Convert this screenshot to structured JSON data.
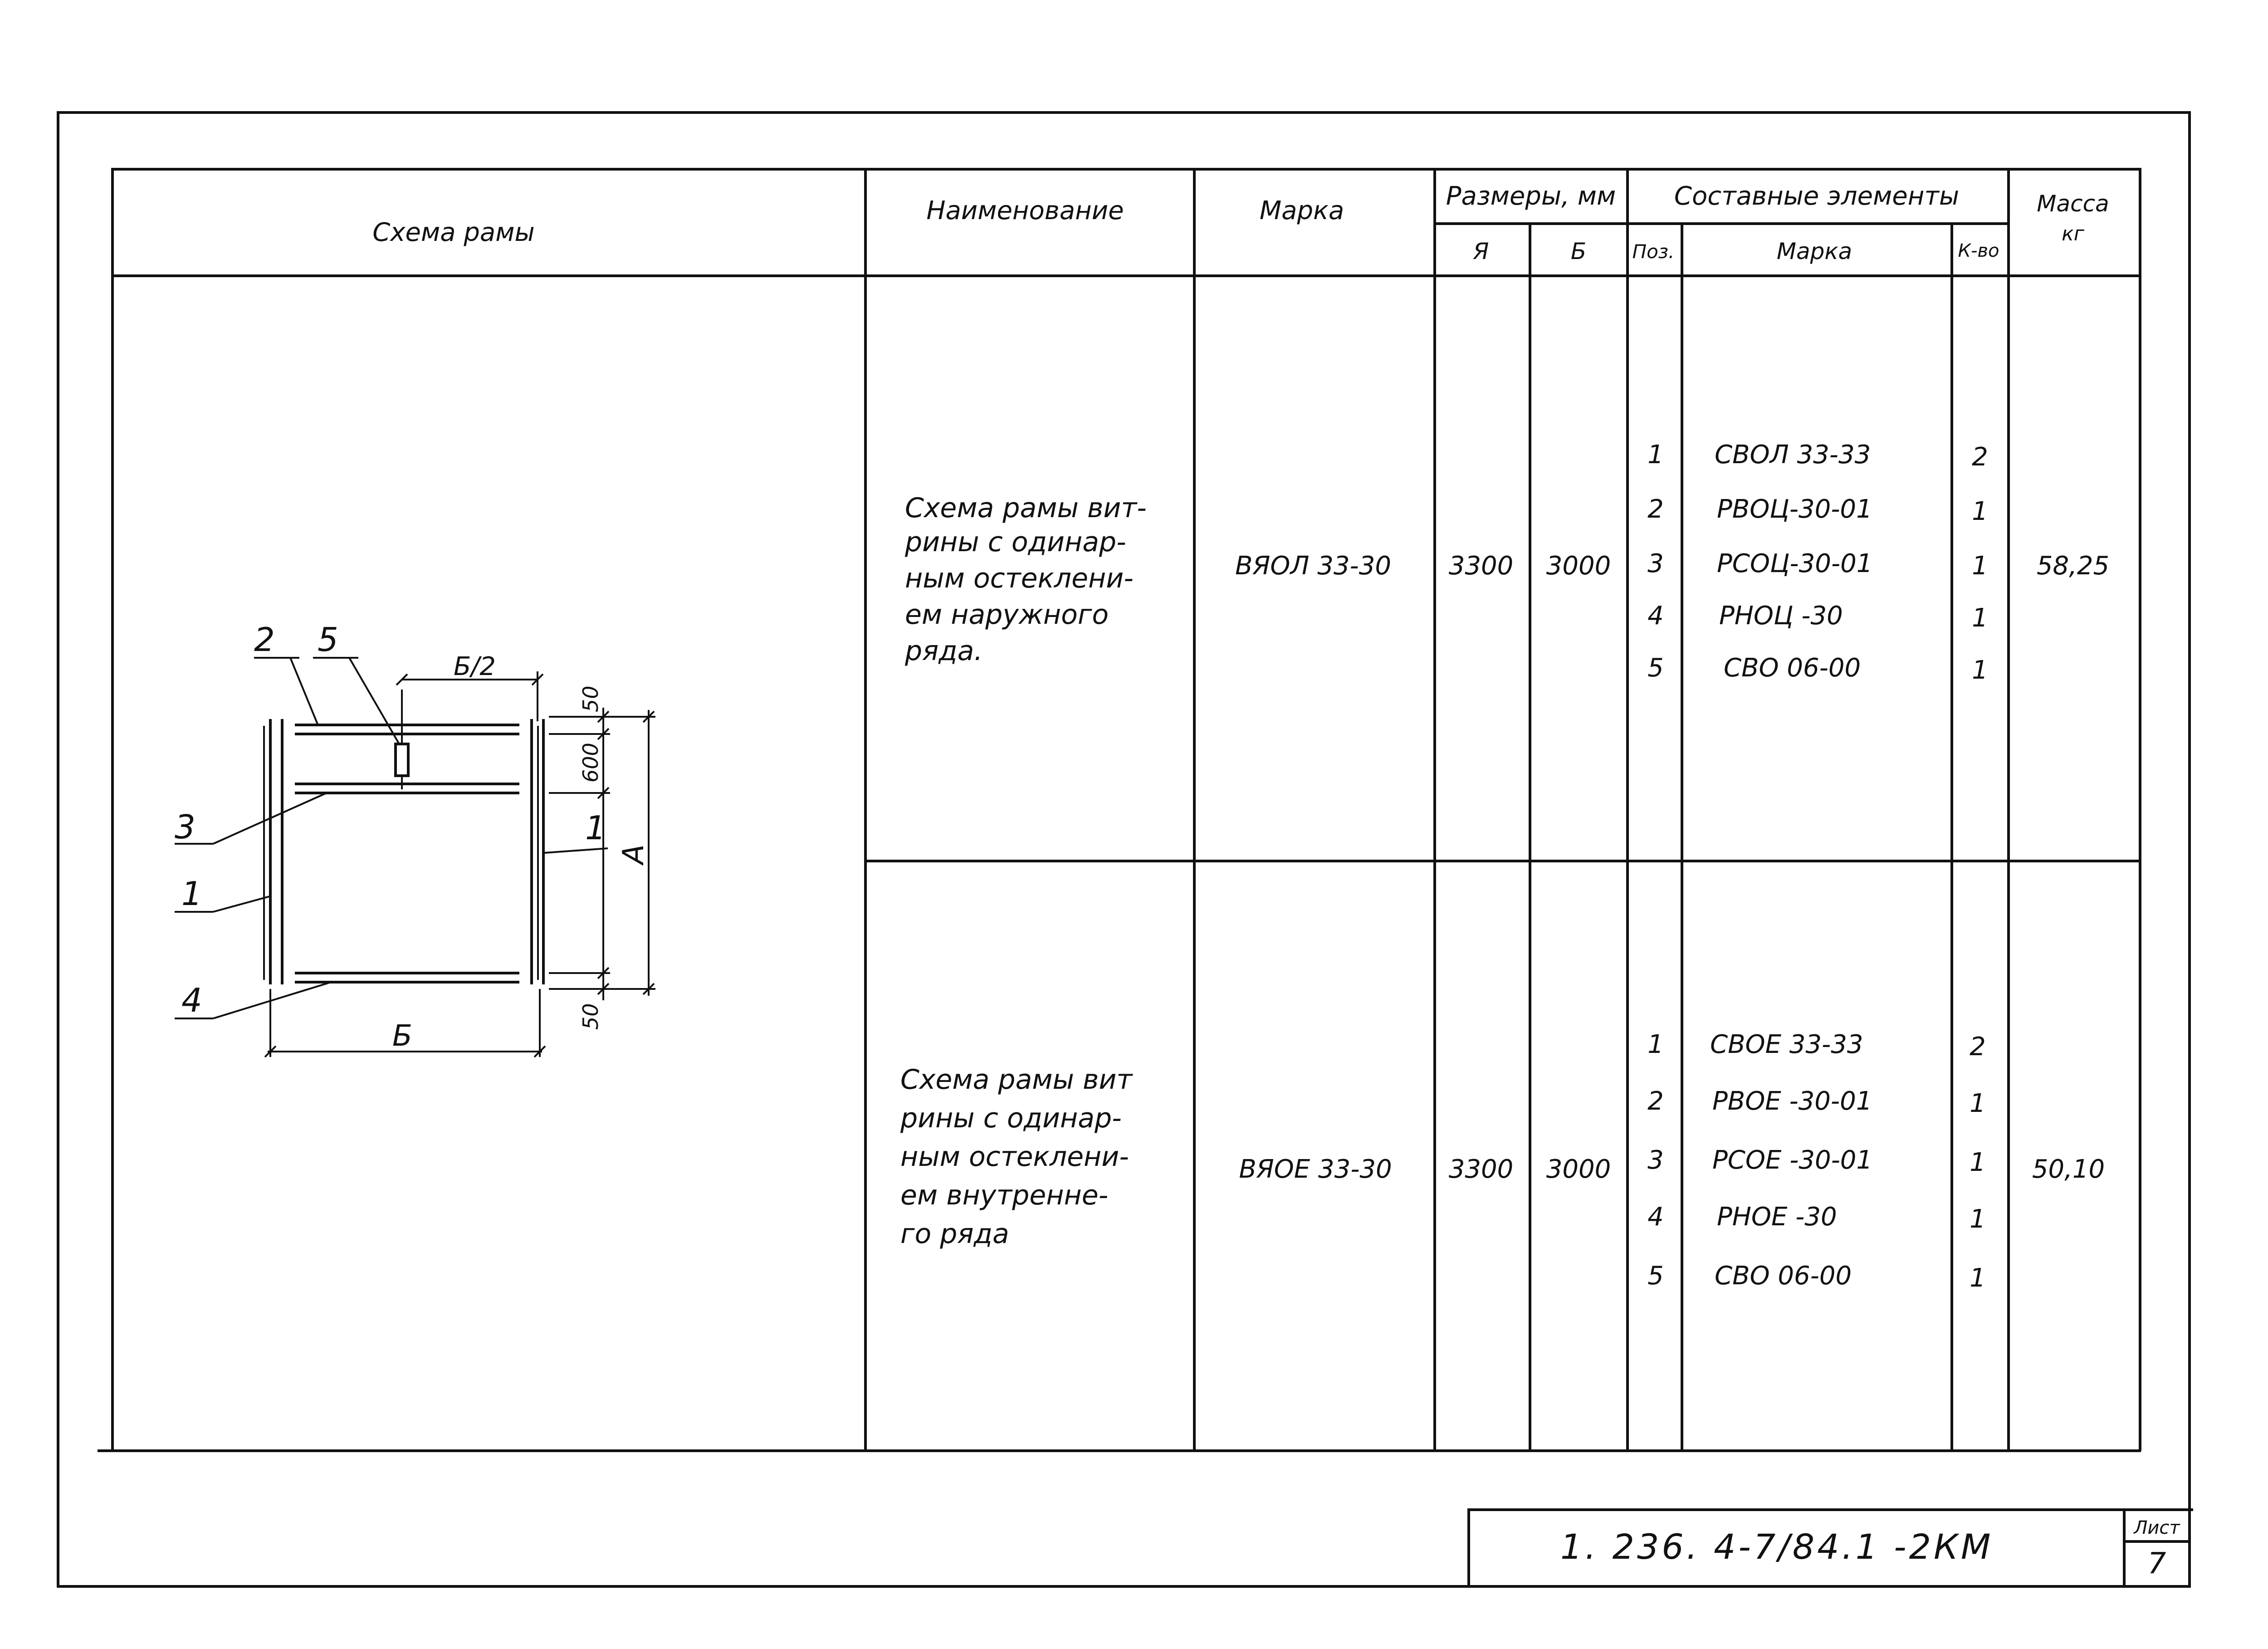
{
  "table": {
    "headers": {
      "schema": "Схема рамы",
      "name": "Наименование",
      "mark": "Марка",
      "dimensions": "Размеры, мм",
      "dim_a": "Я",
      "dim_b": "Б",
      "components": "Составные элементы",
      "pos": "Поз.",
      "comp_mark": "Марка",
      "qty": "К-во",
      "mass": "Масса",
      "mass_unit": "кг"
    },
    "rows": [
      {
        "description_lines": [
          "Схема рамы вит-",
          "рины с одинар-",
          "ным остеклени-",
          "ем наружного",
          "ряда."
        ],
        "mark": "ВЯОЛ 33-30",
        "dim_a": "3300",
        "dim_b": "3000",
        "mass": "58,25",
        "components": [
          {
            "pos": "1",
            "mark": "СВОЛ 33-33",
            "qty": "2"
          },
          {
            "pos": "2",
            "mark": "РВОЦ-30-01",
            "qty": "1"
          },
          {
            "pos": "3",
            "mark": "РСОЦ-30-01",
            "qty": "1"
          },
          {
            "pos": "4",
            "mark": "РНОЦ -30",
            "qty": "1"
          },
          {
            "pos": "5",
            "mark": "СВО 06-00",
            "qty": "1"
          }
        ]
      },
      {
        "description_lines": [
          "Схема рамы вит",
          "рины с одинар-",
          "ным остеклени-",
          "ем внутренне-",
          "го ряда"
        ],
        "mark": "ВЯОЕ 33-30",
        "dim_a": "3300",
        "dim_b": "3000",
        "mass": "50,10",
        "components": [
          {
            "pos": "1",
            "mark": "СВОЕ 33-33",
            "qty": "2"
          },
          {
            "pos": "2",
            "mark": "РВОЕ -30-01",
            "qty": "1"
          },
          {
            "pos": "3",
            "mark": "РСОЕ -30-01",
            "qty": "1"
          },
          {
            "pos": "4",
            "mark": "РНОЕ -30",
            "qty": "1"
          },
          {
            "pos": "5",
            "mark": "СВО 06-00",
            "qty": "1"
          }
        ]
      }
    ]
  },
  "diagram": {
    "callouts": [
      "2",
      "5",
      "3",
      "1",
      "1",
      "4"
    ],
    "dimension_labels": {
      "half_width": "Б/2",
      "width": "Б",
      "height": "А",
      "top_gap": "50",
      "bottom_gap": "50",
      "mid_gap": "600"
    }
  },
  "stamp": {
    "code": "1. 236. 4-7/84.1 -2КМ",
    "sheet_label": "Лист",
    "sheet_number": "7"
  }
}
